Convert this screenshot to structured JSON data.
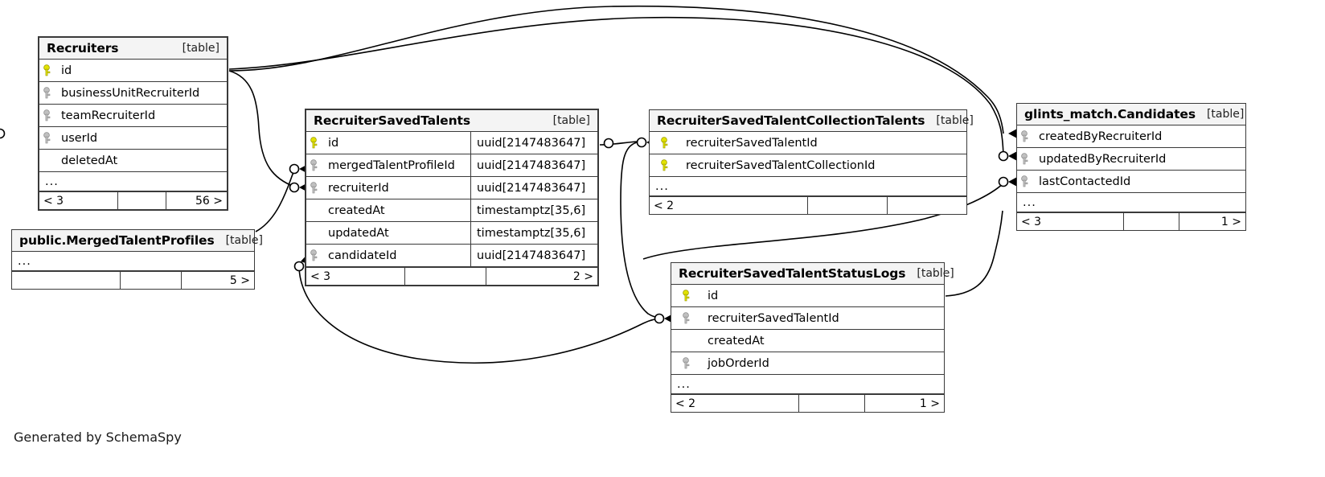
{
  "caption": "Generated by SchemaSpy",
  "table_tag": "[table]",
  "ellipsis": "...",
  "colors": {
    "pk_key": "#e3e300",
    "fk_key": "#b0b0b0",
    "header_bg": "#f4f4f4",
    "border": "#3a3a3a"
  },
  "tables": [
    {
      "id": "recruiters",
      "name": "Recruiters",
      "tag": "[table]",
      "columns": [
        {
          "name": "id",
          "key": "pk",
          "type": ""
        },
        {
          "name": "businessUnitRecruiterId",
          "key": "fk",
          "type": ""
        },
        {
          "name": "teamRecruiterId",
          "key": "fk",
          "type": ""
        },
        {
          "name": "userId",
          "key": "fk",
          "type": ""
        },
        {
          "name": "deletedAt",
          "key": "none",
          "type": ""
        }
      ],
      "more": "...",
      "footer": {
        "left": "< 3",
        "middle": "",
        "right": "56 >"
      }
    },
    {
      "id": "merged_talent_profiles",
      "name": "public.MergedTalentProfiles",
      "tag": "[table]",
      "columns": [],
      "more": "...",
      "footer": {
        "left": "",
        "middle": "",
        "right": "5 >"
      }
    },
    {
      "id": "recruiter_saved_talents",
      "name": "RecruiterSavedTalents",
      "tag": "[table]",
      "columns": [
        {
          "name": "id",
          "key": "pk",
          "type": "uuid[2147483647]"
        },
        {
          "name": "mergedTalentProfileId",
          "key": "fk",
          "type": "uuid[2147483647]"
        },
        {
          "name": "recruiterId",
          "key": "fk",
          "type": "uuid[2147483647]"
        },
        {
          "name": "createdAt",
          "key": "none",
          "type": "timestamptz[35,6]"
        },
        {
          "name": "updatedAt",
          "key": "none",
          "type": "timestamptz[35,6]"
        },
        {
          "name": "candidateId",
          "key": "fk",
          "type": "uuid[2147483647]"
        }
      ],
      "more": "",
      "footer": {
        "left": "< 3",
        "middle": "",
        "right": "2 >"
      }
    },
    {
      "id": "collection_talents",
      "name": "RecruiterSavedTalentCollectionTalents",
      "tag": "[table]",
      "columns": [
        {
          "name": "recruiterSavedTalentId",
          "key": "pk",
          "type": ""
        },
        {
          "name": "recruiterSavedTalentCollectionId",
          "key": "pk",
          "type": ""
        }
      ],
      "more": "...",
      "footer": {
        "left": "< 2",
        "middle": "",
        "right": ""
      }
    },
    {
      "id": "candidates",
      "name": "glints_match.Candidates",
      "tag": "[table]",
      "columns": [
        {
          "name": "createdByRecruiterId",
          "key": "fk",
          "type": ""
        },
        {
          "name": "updatedByRecruiterId",
          "key": "fk",
          "type": ""
        },
        {
          "name": "lastContactedId",
          "key": "fk",
          "type": ""
        }
      ],
      "more": "...",
      "footer": {
        "left": "< 3",
        "middle": "",
        "right": "1 >"
      }
    },
    {
      "id": "status_logs",
      "name": "RecruiterSavedTalentStatusLogs",
      "tag": "[table]",
      "columns": [
        {
          "name": "id",
          "key": "pk",
          "type": ""
        },
        {
          "name": "recruiterSavedTalentId",
          "key": "fk",
          "type": ""
        },
        {
          "name": "createdAt",
          "key": "none",
          "type": ""
        },
        {
          "name": "jobOrderId",
          "key": "fk",
          "type": ""
        }
      ],
      "more": "...",
      "footer": {
        "left": "< 2",
        "middle": "",
        "right": "1 >"
      }
    }
  ]
}
